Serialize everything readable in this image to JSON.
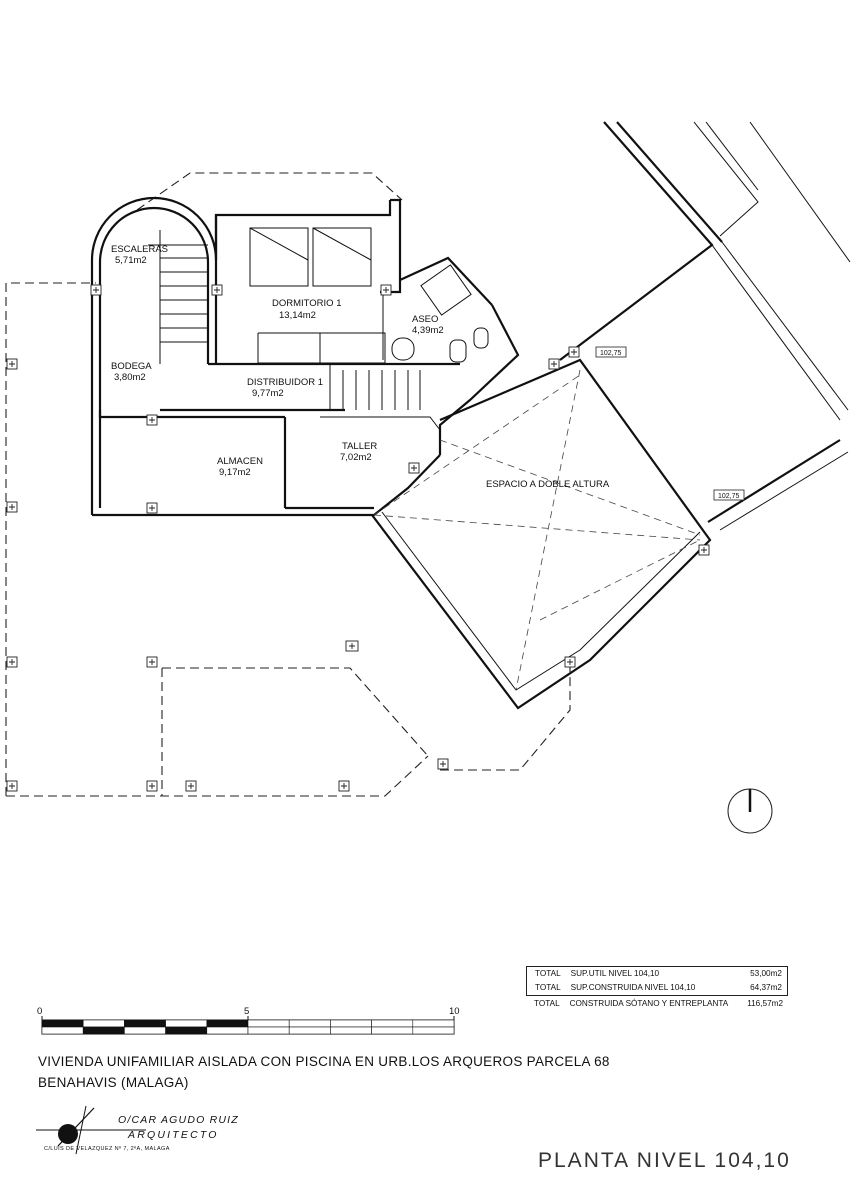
{
  "rooms": {
    "escaleras": {
      "name": "ESCALERAS",
      "area": "5,71m2"
    },
    "dormitorio": {
      "name": "DORMITORIO 1",
      "area": "13,14m2"
    },
    "aseo": {
      "name": "ASEO",
      "area": "4,39m2"
    },
    "bodega": {
      "name": "BODEGA",
      "area": "3,80m2"
    },
    "distribuidor": {
      "name": "DISTRIBUIDOR 1",
      "area": "9,77m2"
    },
    "taller": {
      "name": "TALLER",
      "area": "7,02m2"
    },
    "almacen": {
      "name": "ALMACEN",
      "area": "9,17m2"
    },
    "doble_altura": {
      "name": "ESPACIO A DOBLE ALTURA"
    }
  },
  "level_tags": [
    "102,75",
    "102,75"
  ],
  "scale_bar": {
    "labels": [
      "0",
      "5",
      "10"
    ]
  },
  "totals": {
    "rows": [
      {
        "label": "TOTAL",
        "desc": "SUP.UTIL NIVEL 104,10",
        "value": "53,00m2"
      },
      {
        "label": "TOTAL",
        "desc": "SUP.CONSTRUIDA NIVEL 104,10",
        "value": "64,37m2"
      },
      {
        "label": "TOTAL",
        "desc": "CONSTRUIDA SÓTANO Y ENTREPLANTA",
        "value": "116,57m2"
      }
    ]
  },
  "project": {
    "title_line1": "VIVIENDA UNIFAMILIAR AISLADA CON PISCINA EN URB.LOS ARQUEROS PARCELA 68",
    "title_line2": "BENAHAVIS (MALAGA)"
  },
  "firm": {
    "name": "O/CAR AGUDO RUIZ",
    "role": "ARQUITECTO",
    "address": "C/LUIS DE VELAZQUEZ Nº 7, 2ºA, MALAGA"
  },
  "sheet_title": "PLANTA NIVEL 104,10"
}
